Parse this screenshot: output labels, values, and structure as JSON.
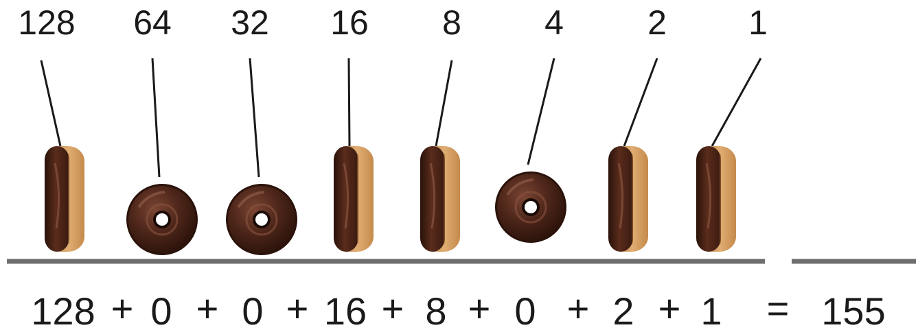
{
  "place_values": [
    {
      "label": "128",
      "bit": 1,
      "operand": "128"
    },
    {
      "label": "64",
      "bit": 0,
      "operand": "0"
    },
    {
      "label": "32",
      "bit": 0,
      "operand": "0"
    },
    {
      "label": "16",
      "bit": 1,
      "operand": "16"
    },
    {
      "label": "8",
      "bit": 1,
      "operand": "8"
    },
    {
      "label": "4",
      "bit": 0,
      "operand": "0"
    },
    {
      "label": "2",
      "bit": 1,
      "operand": "2"
    },
    {
      "label": "1",
      "bit": 1,
      "operand": "1"
    }
  ],
  "equation": {
    "operator": "+",
    "equals": "=",
    "result": "155"
  },
  "colors": {
    "glaze": "#3a1a10",
    "glaze_highlight": "#6b3a2a",
    "dough": "#d9a266",
    "dough_dark": "#b27a40",
    "shelf": "#6e6e6e",
    "text": "#1a1a1a"
  },
  "icons": {
    "upright_donut": "donut-side-icon",
    "flat_donut": "donut-top-icon"
  }
}
